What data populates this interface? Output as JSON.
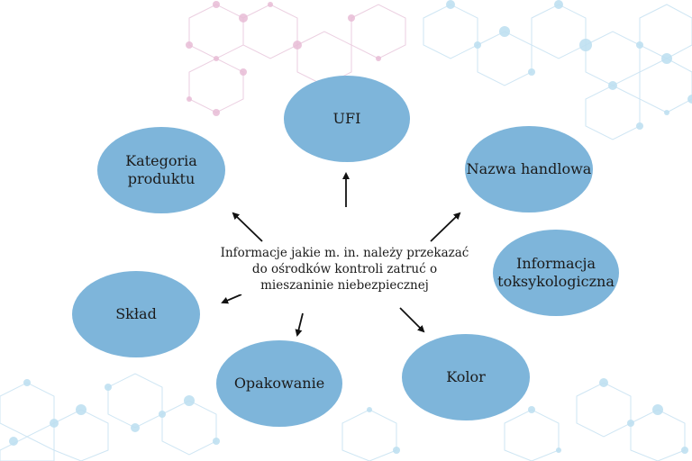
{
  "center": {
    "label": "Informacje jakie m. in. należy przekazać do ośrodków kontroli zatruć o mieszaninie niebezpiecznej"
  },
  "nodes": [
    {
      "id": "ufi",
      "label": "UFI"
    },
    {
      "id": "nazwa",
      "label": "Nazwa handlowa"
    },
    {
      "id": "informacja",
      "label": "Informacja toksykologiczna"
    },
    {
      "id": "kolor",
      "label": "Kolor"
    },
    {
      "id": "opakowanie",
      "label": "Opakowanie"
    },
    {
      "id": "sklad",
      "label": "Skład"
    },
    {
      "id": "kategoria",
      "label": "Kategoria produktu"
    }
  ],
  "colors": {
    "node_fill": "#7eb5da",
    "arrow": "#111111",
    "molecule_pink": "#e7b7d2",
    "molecule_blue": "#b9dcef"
  }
}
